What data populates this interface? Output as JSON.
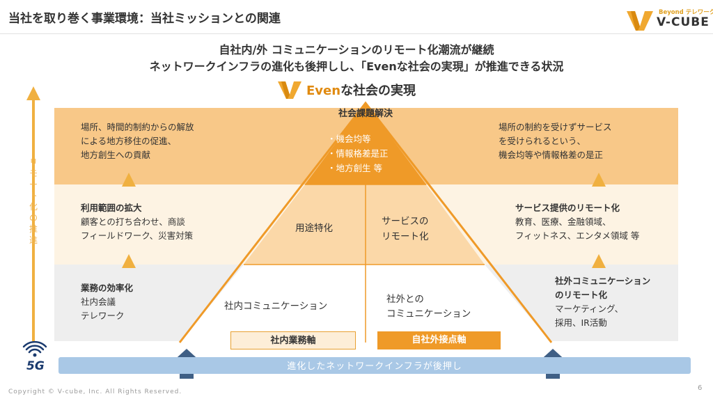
{
  "header": {
    "title": "当社を取り巻く事業環境：当社ミッションとの関連",
    "logo_sub": "Beyond テレワーク",
    "logo_main": "V-CUBE"
  },
  "headline": {
    "line1": "自社内/外 コミュニケーションのリモート化潮流が継続",
    "line2": "ネットワークインフラの進化も後押しし、「Evenな社会の実現」が推進できる状況"
  },
  "even_title": {
    "accent": "Even",
    "rest": "な社会の実現"
  },
  "pyramid": {
    "top_label": "社会課題解決",
    "top_items": [
      "・機会均等",
      "・情報格差是正",
      "・地方創生 等"
    ],
    "mid_left": "用途特化",
    "mid_right": [
      "サービスの",
      "リモート化"
    ],
    "bot_left": "社内コミュニケーション",
    "bot_right": [
      "社外との",
      "コミュニケーション"
    ]
  },
  "left": {
    "top": [
      "場所、時間的制約からの解放",
      "による地方移住の促進、",
      "地方創生への貢献"
    ],
    "mid_title": "利用範囲の拡大",
    "mid": [
      "顧客との打ち合わせ、商談",
      "フィールドワーク、災害対策"
    ],
    "bot_title": "業務の効率化",
    "bot": [
      "社内会議",
      "テレワーク"
    ]
  },
  "right": {
    "top": [
      "場所の制約を受けずサービス",
      "を受けられるという、",
      "機会均等や情報格差の是正"
    ],
    "mid_title": "サービス提供のリモート化",
    "mid": [
      "教育、医療、金融領域、",
      "フィットネス、エンタメ領域 等"
    ],
    "bot_title": [
      "社外コミュニケーション",
      "のリモート化"
    ],
    "bot": [
      "マーケティング、",
      "採用、IR活動"
    ]
  },
  "axis": {
    "vertical_label": "リモート化の推進",
    "internal": "社内業務軸",
    "external": "自社外接点軸"
  },
  "infra": {
    "label": "進化したネットワークインフラが後押し",
    "badge": "5G"
  },
  "footer": {
    "copyright": "Copyright © V-cube, Inc. All Rights Reserved.",
    "page": "6"
  },
  "colors": {
    "accent_orange": "#ef9a28",
    "band_top": "#f8c888",
    "band_mid": "#fdf3e3",
    "band_bot": "#eeeeee",
    "infra_blue": "#a9c8e6",
    "arrow_navy": "#3f5f85"
  }
}
